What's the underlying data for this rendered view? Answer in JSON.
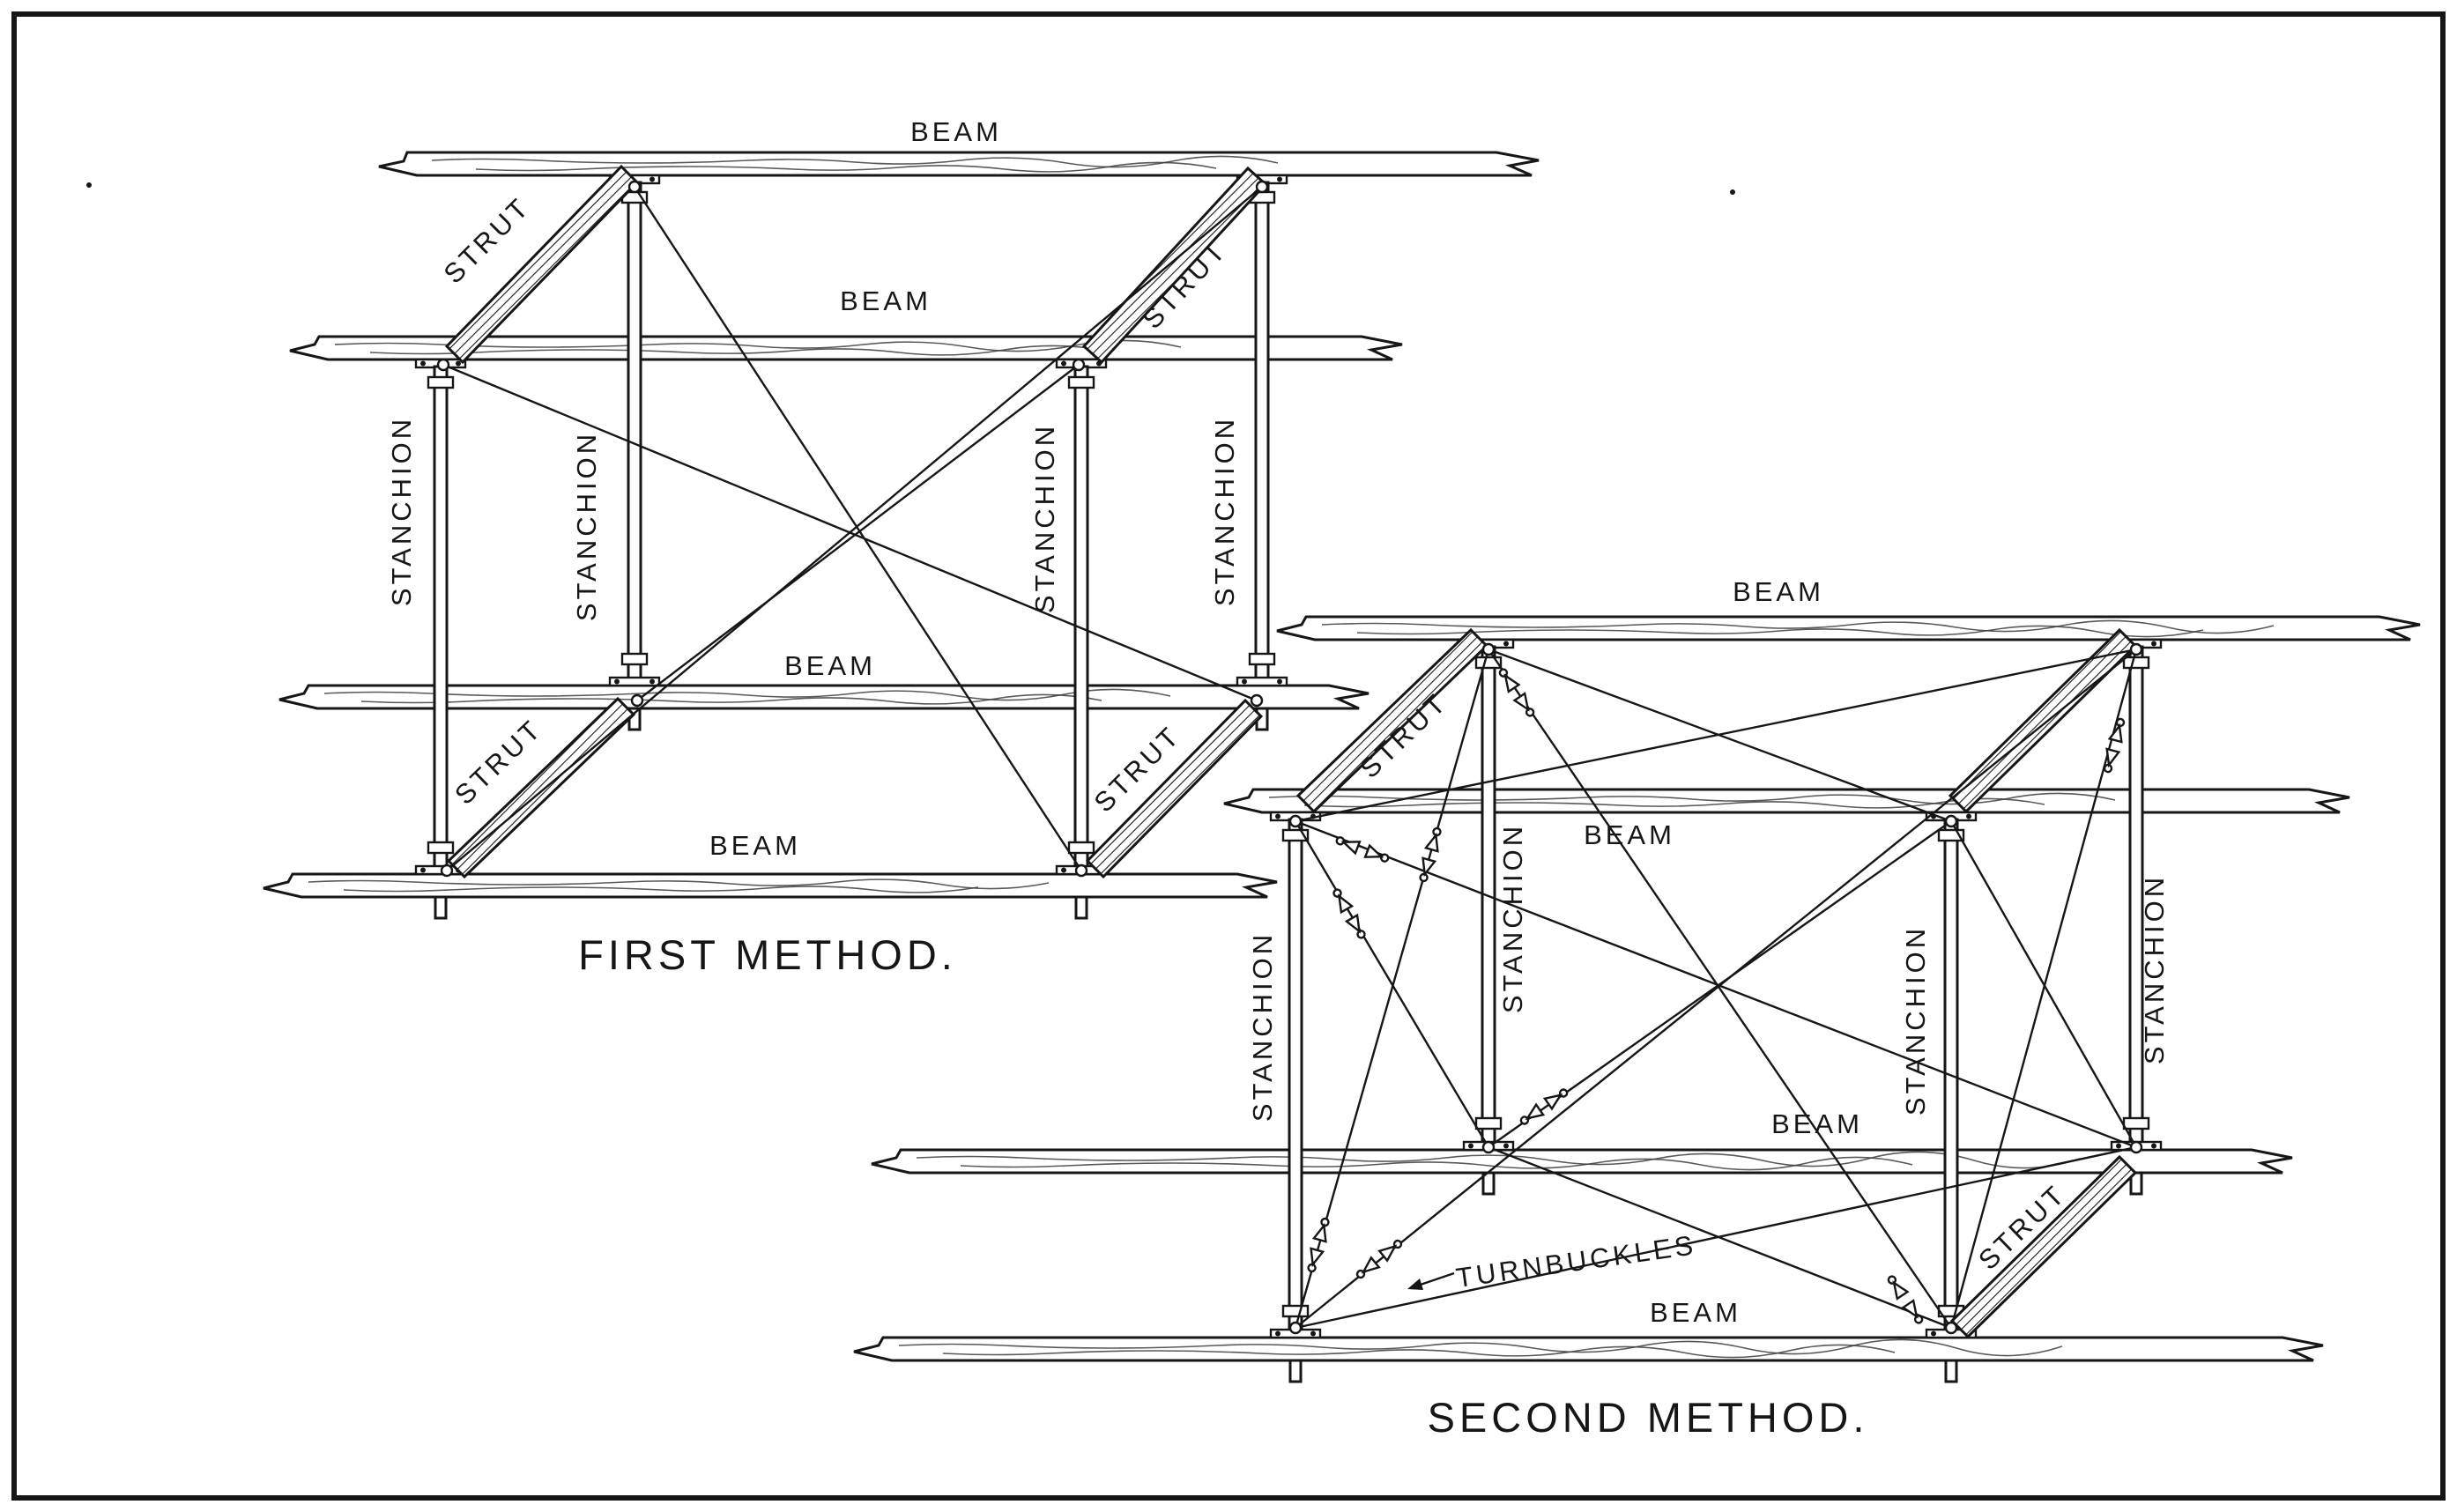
{
  "colors": {
    "ink": "#161616",
    "paper": "#ffffff"
  },
  "first_method": {
    "caption": "FIRST METHOD.",
    "beam_labels": {
      "top": "BEAM",
      "upper_front": "BEAM",
      "lower_back": "BEAM",
      "bottom": "BEAM"
    },
    "strut_labels": {
      "upper_left": "STRUT",
      "upper_right": "STRUT",
      "lower_left": "STRUT",
      "lower_right": "STRUT"
    },
    "stanchion_labels": {
      "front_left": "STANCHION",
      "back_left": "STANCHION",
      "front_right": "STANCHION",
      "back_right": "STANCHION"
    }
  },
  "second_method": {
    "caption": "SECOND METHOD.",
    "beam_labels": {
      "top": "BEAM",
      "upper_front": "BEAM",
      "lower_back": "BEAM",
      "bottom": "BEAM"
    },
    "strut_labels": {
      "upper_left": "STRUT",
      "lower_right": "STRUT"
    },
    "stanchion_labels": {
      "front_left": "STANCHION",
      "back_left": "STANCHION",
      "front_right": "STANCHION",
      "back_right": "STANCHION"
    },
    "turnbuckles_label": "TURNBUCKLES"
  }
}
